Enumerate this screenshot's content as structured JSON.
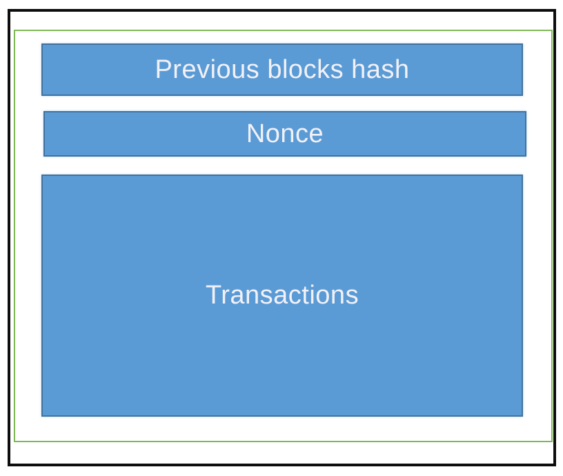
{
  "diagram": {
    "blocks": [
      {
        "label": "Previous blocks hash"
      },
      {
        "label": "Nonce"
      },
      {
        "label": "Transactions"
      }
    ],
    "colors": {
      "block_fill": "#5B9BD5",
      "block_border": "#41719C",
      "inner_frame_border": "#7EB754",
      "outer_frame_border": "#0D0D0D",
      "block_text": "#F2F1F7",
      "background": "#FFFFFF"
    }
  }
}
